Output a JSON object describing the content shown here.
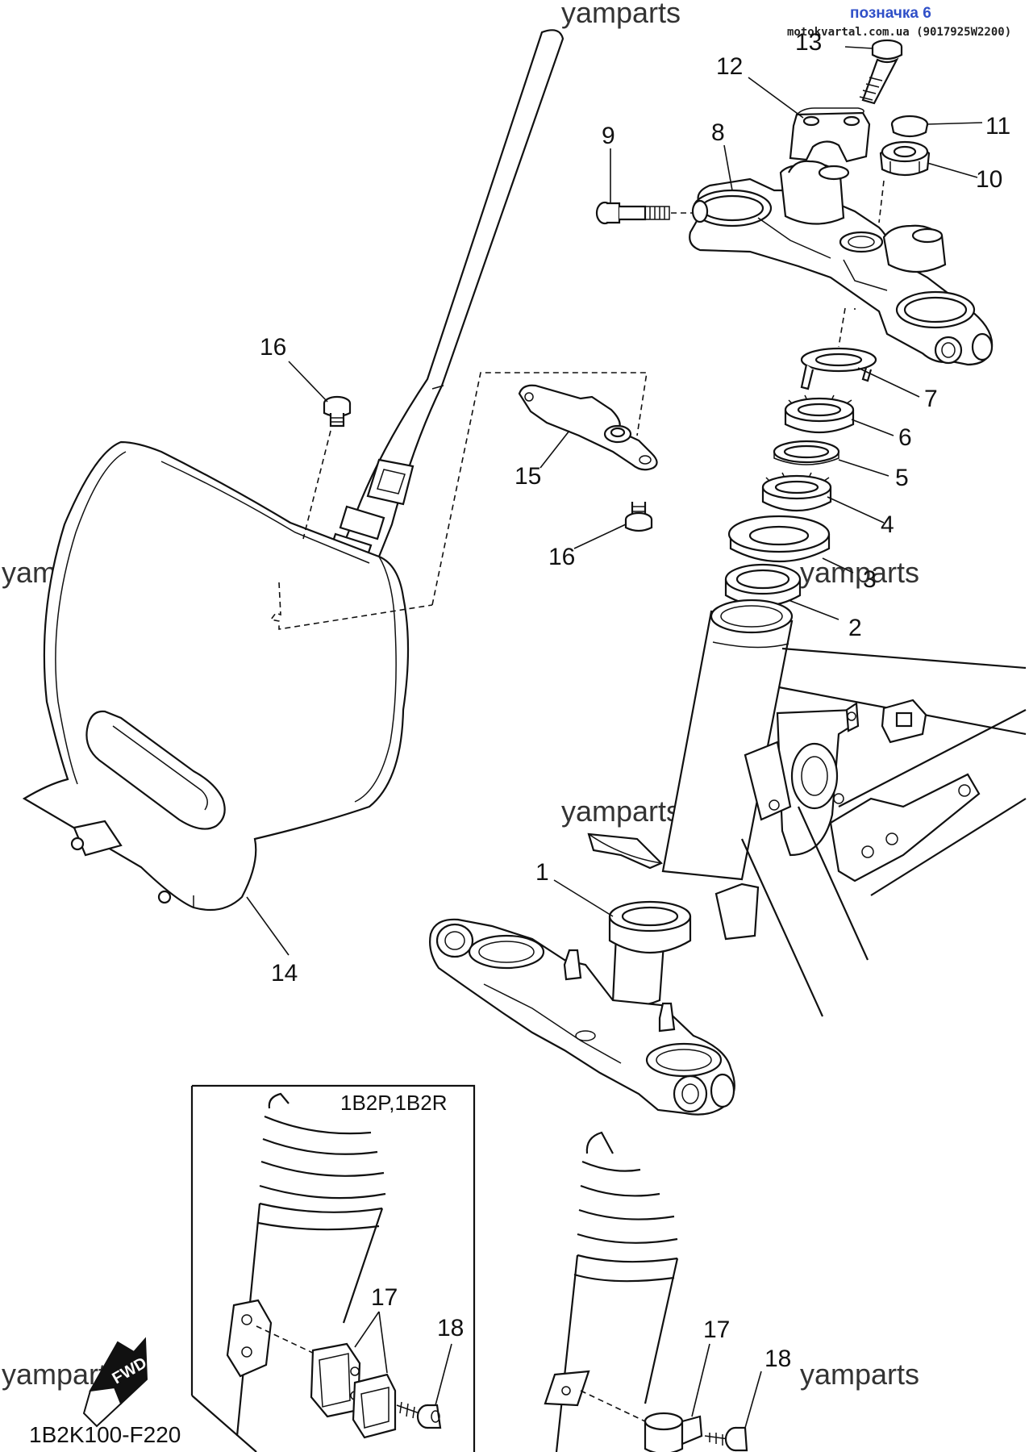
{
  "header": {
    "link_label": "позначка 6",
    "source": "motokvartal.com.ua (9017925W2200)"
  },
  "watermark": "yamparts",
  "diagram_code": "1B2K100-F220",
  "inset": {
    "variant_label": "1B2P,1B2R"
  },
  "fwd_label": "FWD",
  "callouts": {
    "c1": "1",
    "c2": "2",
    "c3": "3",
    "c4": "4",
    "c5": "5",
    "c6": "6",
    "c7": "7",
    "c8": "8",
    "c9": "9",
    "c10": "10",
    "c11": "11",
    "c12": "12",
    "c13": "13",
    "c14": "14",
    "c15": "15",
    "c16a": "16",
    "c16b": "16",
    "c17a": "17",
    "c17b": "17",
    "c18a": "18",
    "c18b": "18"
  }
}
